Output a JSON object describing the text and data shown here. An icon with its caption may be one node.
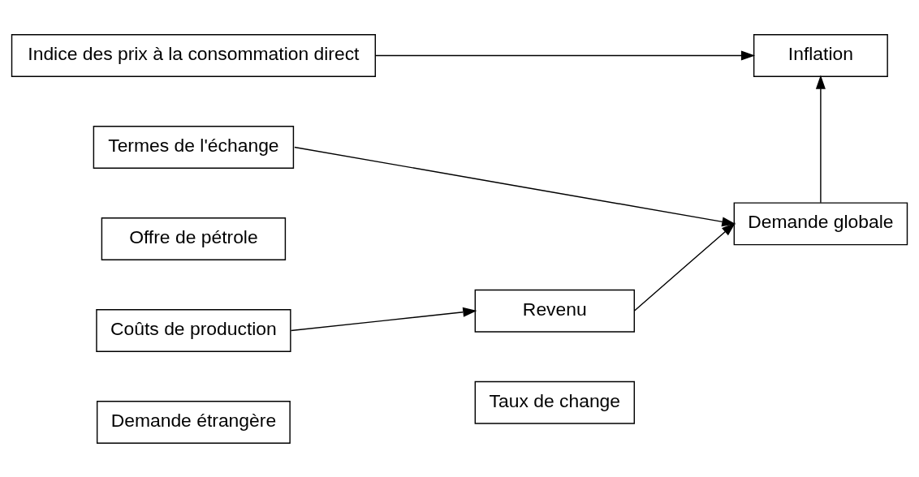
{
  "diagram": {
    "nodes": [
      {
        "text": [
          "Indice des prix à la consommation direct"
        ]
      },
      {
        "text": [
          "Inflation"
        ]
      },
      {
        "text": [
          "Termes de l'échange"
        ]
      },
      {
        "text": [
          "Offre de pétrole"
        ]
      },
      {
        "text": [
          "Coûts de production"
        ]
      },
      {
        "text": [
          "Demande étrangère"
        ]
      },
      {
        "text": [
          "Demande globale"
        ]
      },
      {
        "text": [
          "Revenu"
        ]
      },
      {
        "text": [
          "Taux de change"
        ]
      }
    ],
    "edges": [
      {
        "from": 0,
        "to": 1,
        "arrow": "to"
      },
      {
        "from": 6,
        "to": 1,
        "arrow": "to"
      },
      {
        "from": 2,
        "to": 6,
        "arrow": "to"
      },
      {
        "from": 4,
        "to": 7,
        "arrow": "to"
      },
      {
        "from": 7,
        "to": 6,
        "arrow": "to"
      }
    ]
  }
}
